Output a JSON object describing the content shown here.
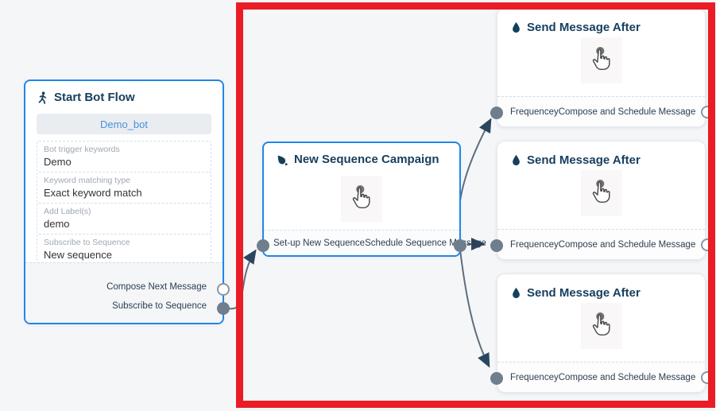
{
  "canvas": {
    "background": "#f5f6f8"
  },
  "highlight": {
    "shape": "rectangle",
    "color": "#ea1c25"
  },
  "palette": {
    "node_border_blue": "#2187e7",
    "title_text": "#173e5e",
    "port_fill": "#6f7e8c",
    "connector_line": "#5f6e7e",
    "button_text": "#4a90d9",
    "button_bg": "#e9edf2"
  },
  "icons": {
    "start": "walking-person-icon",
    "sequence": "ink-drop-icon",
    "send": "water-drop-icon",
    "click_hint": "hand-cursor-icon"
  },
  "nodes": {
    "start": {
      "title": "Start Bot Flow",
      "button_label": "Demo_bot",
      "fields": [
        {
          "label": "Bot trigger keywords",
          "value": "Demo"
        },
        {
          "label": "Keyword matching type",
          "value": "Exact keyword match"
        },
        {
          "label": "Add Label(s)",
          "value": "demo"
        },
        {
          "label": "Subscribe to Sequence",
          "value": "New sequence"
        }
      ],
      "outputs": [
        {
          "label": "Compose Next Message",
          "connected": false
        },
        {
          "label": "Subscribe to Sequence",
          "connected": true
        }
      ]
    },
    "sequence": {
      "title": "New Sequence Campaign",
      "input_label": "Set-up New Sequence",
      "output_label": "Schedule Sequence Message"
    },
    "send": [
      {
        "title": "Send Message After",
        "input_label": "Frequencey",
        "output_label": "Compose and Schedule Message"
      },
      {
        "title": "Send Message After",
        "input_label": "Frequencey",
        "output_label": "Compose and Schedule Message"
      },
      {
        "title": "Send Message After",
        "input_label": "Frequencey",
        "output_label": "Compose and Schedule Message"
      }
    ]
  }
}
